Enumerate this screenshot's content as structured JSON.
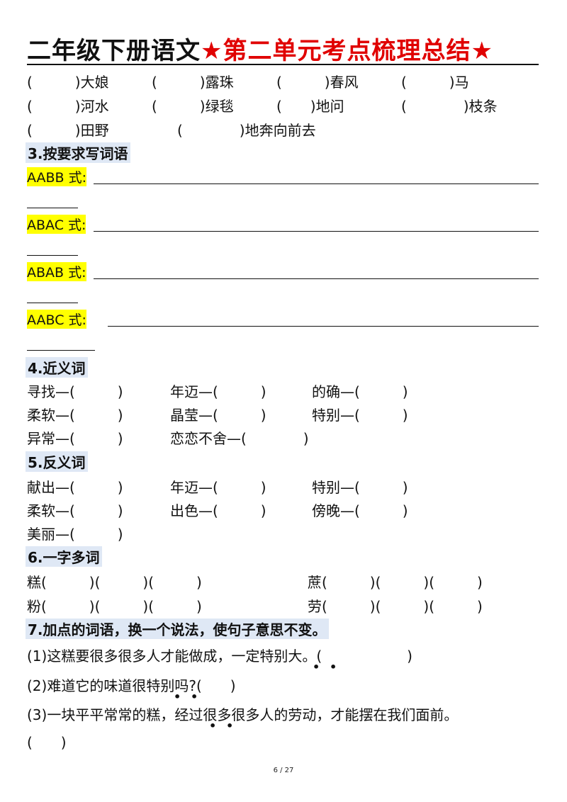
{
  "title": {
    "black": "二年级下册语文",
    "red": "★第二单元考点梳理总结★"
  },
  "fill_rows": [
    [
      "(　　　)大娘",
      "(　　　)露珠",
      "(　　　)春风",
      "(　　　)马"
    ],
    [
      "(　　　)河水",
      "(　　　)绿毯",
      "(　　)地问",
      "(　　　　)枝条"
    ],
    [
      "(　　　)田野",
      "(　　　　)地奔向前去"
    ]
  ],
  "sec3": {
    "heading": "3.按要求写词语",
    "patterns": [
      "AABB 式:",
      "ABAC 式:",
      "ABAB 式:",
      "AABC 式:"
    ]
  },
  "sec4": {
    "heading": "4.近义词",
    "rows": [
      [
        "寻找—(　　　)",
        "年迈—(　　　)",
        "的确—(　　　)"
      ],
      [
        "柔软—(　　　)",
        "晶莹—(　　　)",
        "特别—(　　　)"
      ],
      [
        "异常—(　　　)",
        "恋恋不舍—(　　　　)"
      ]
    ]
  },
  "sec5": {
    "heading": "5.反义词",
    "rows": [
      [
        "献出—(　　　)",
        "年迈—(　　　)",
        "特别—(　　　)"
      ],
      [
        "柔软—(　　　)",
        "出色—(　　　)",
        "傍晚—(　　　)"
      ],
      [
        "美丽—(　　　)"
      ]
    ]
  },
  "sec6": {
    "heading": "6.一字多词",
    "rows": [
      [
        "糕(　　　)(　　　)(　　　)",
        "蔗(　　　)(　　　)(　　　)"
      ],
      [
        "粉(　　　)(　　　)(　　　)",
        "劳(　　　)(　　　)(　　　)"
      ]
    ]
  },
  "sec7": {
    "heading": "7.加点的词语，换一个说法，使句子意思不变。",
    "items": [
      "(1)这糕要很多很多人才能做成，一定特别大。(　　　　　　)",
      "(2)难道它的味道很特别吗?(　　)",
      "(3)一块平平常常的糕，经过很多很多人的劳动，才能摆在我们面前。",
      "(　　)"
    ]
  },
  "page_number": "6 / 27"
}
